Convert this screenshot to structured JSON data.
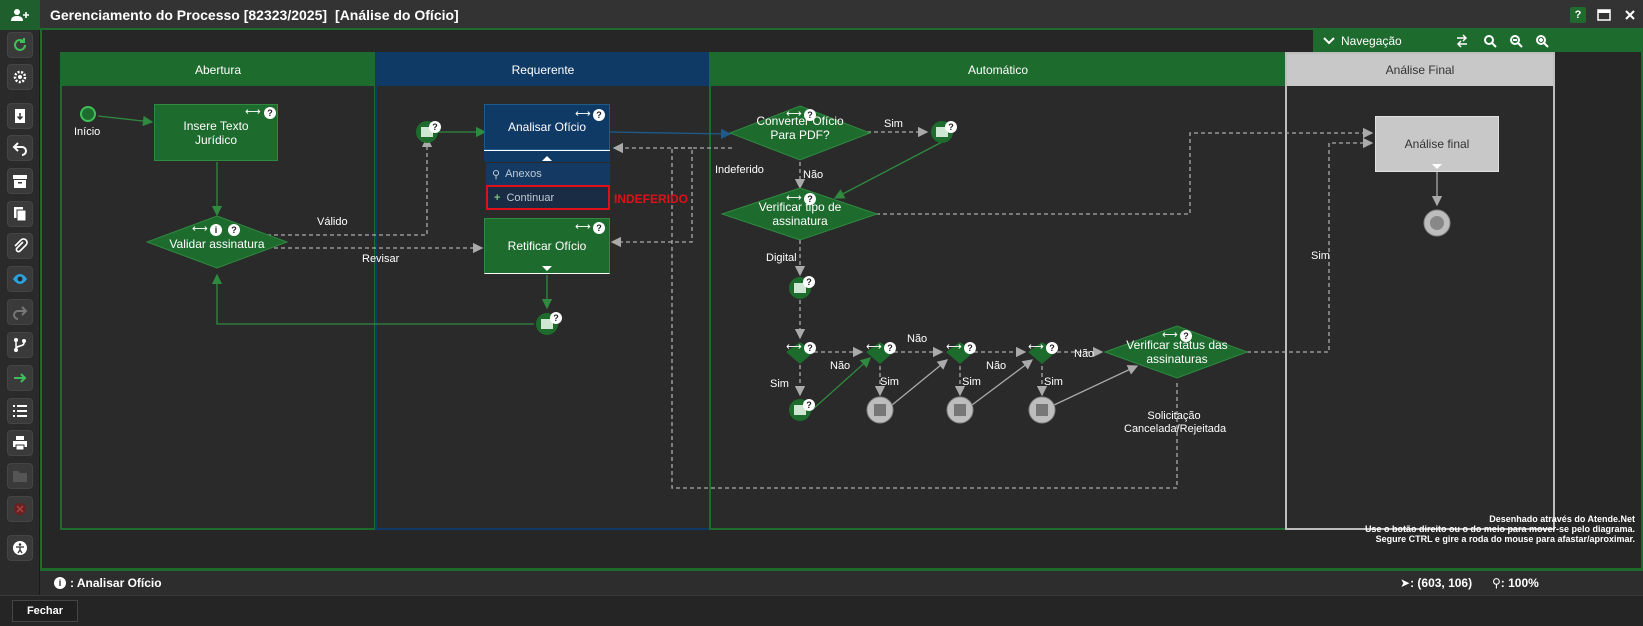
{
  "window": {
    "title": "Gerenciamento do Processo [82323/2025]",
    "subtitle": "[Análise do Ofício]",
    "help_label": "?"
  },
  "navigation": {
    "title": "Navegação"
  },
  "lanes": [
    {
      "label": "Abertura"
    },
    {
      "label": "Requerente"
    },
    {
      "label": "Automático"
    },
    {
      "label": "Análise Final"
    }
  ],
  "nodes": {
    "start": "Início",
    "insert_text": "Insere Texto Jurídico",
    "validate_signature": "Validar assinatura",
    "analyze_office": "Analisar Ofício",
    "attachments": "Anexos",
    "continue": "Continuar",
    "indeferido_note": "INDEFERIDO",
    "rectify_office": "Retificar Ofício",
    "convert_pdf": "Converter Ofício Para PDF?",
    "verify_sig_type": "Verificar tipo de assinatura",
    "verify_sig_status": "Verificar status das assinaturas",
    "final_analysis": "Análise final"
  },
  "edge_labels": {
    "valido": "Válido",
    "revisar": "Revisar",
    "sim_pdf": "Sim",
    "indeferido": "Indeferido",
    "nao_pdf": "Não",
    "digital": "Digital",
    "nao1": "Não",
    "nao2": "Não",
    "nao3": "Não",
    "nao4": "Não",
    "sim1": "Sim",
    "sim2": "Sim",
    "sim3": "Sim",
    "sim4": "Sim",
    "sim_final": "Sim",
    "cancelled": "Solicitação Cancelada/Rejeitada"
  },
  "credit": {
    "line1": "Desenhado através do Atende.Net",
    "line2": "Use o botão direito ou o do meio para mover-se pelo diagrama.",
    "line3": "Segure CTRL e gire a roda do mouse para afastar/aproximar."
  },
  "status": {
    "selected": ": Analisar Ofício",
    "coords": ": (603, 106)",
    "zoom": ": 100%"
  },
  "footer": {
    "close_label": "Fechar"
  },
  "colors": {
    "accent_green": "#1e6b2e",
    "lane_blue": "#0f3a66",
    "highlight_red": "#e0101b"
  }
}
